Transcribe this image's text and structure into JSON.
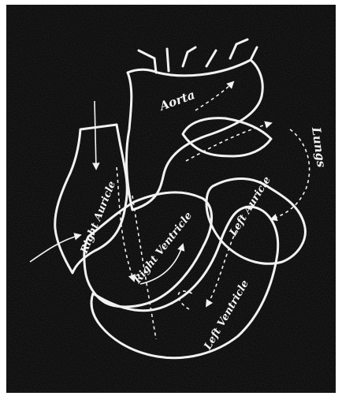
{
  "diagram": {
    "labels": {
      "aorta": "Aorta",
      "lungs": "Lungs",
      "right_auricle": "Right Auricle",
      "right_ventricle": "Right Ventricle",
      "left_auricle": "Left Auricle",
      "left_ventricle": "Left Ventricle"
    },
    "colors": {
      "background": "#0c0c0c",
      "frame": "#ffffff",
      "lines": "#f2f2f2"
    }
  }
}
